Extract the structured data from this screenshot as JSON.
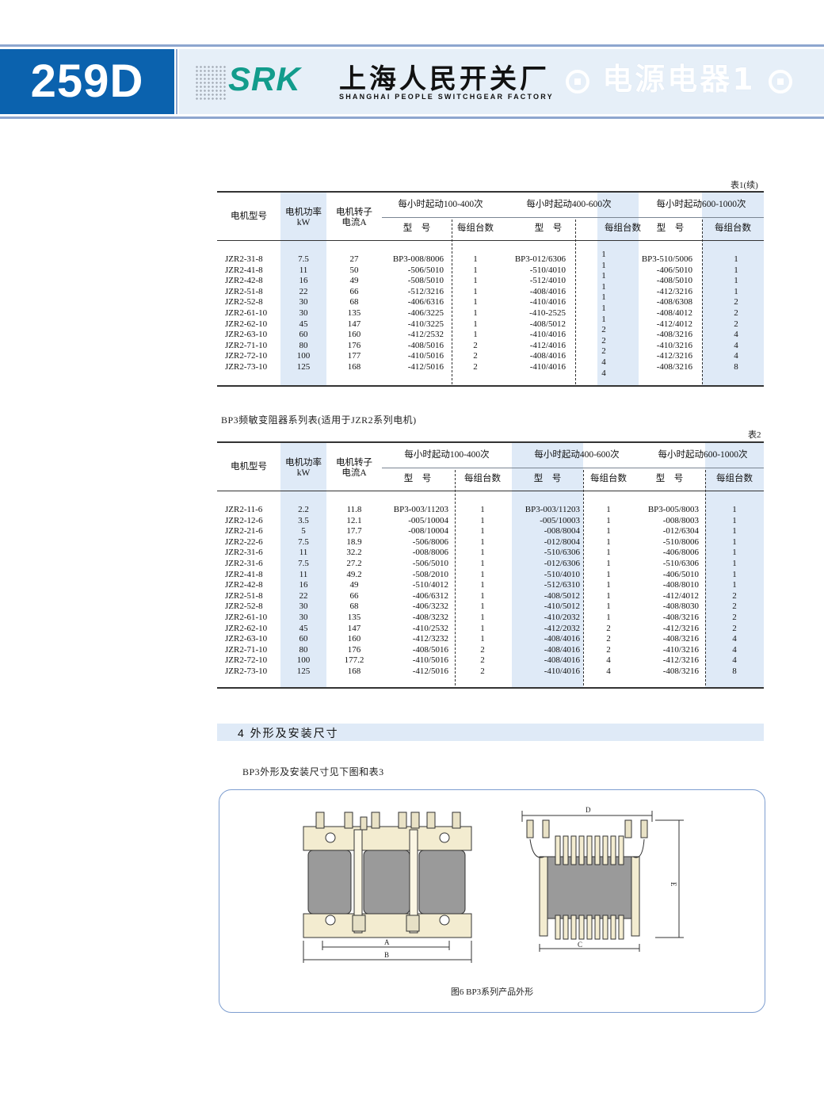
{
  "header": {
    "page_number": "259D",
    "logo": "SRK",
    "company_cn": "上海人民开关厂",
    "company_en": "SHANGHAI PEOPLE SWITCHGEAR FACTORY",
    "category": "电源电器1"
  },
  "table1": {
    "note": "表1(续)",
    "headers": {
      "motor_model": "电机型号",
      "power": "电机功率",
      "power_unit": "kW",
      "rotor_current": "电机转子",
      "rotor_current_unit": "电流A",
      "group1": "每小时起动100-400次",
      "group2": "每小时起动400-600次",
      "group3": "每小时起动600-1000次",
      "type": "型　号",
      "count": "每组台数"
    },
    "motor_models": [
      "JZR2-31-8",
      "JZR2-41-8",
      "JZR2-42-8",
      "JZR2-51-8",
      "JZR2-52-8",
      "JZR2-61-10",
      "JZR2-62-10",
      "JZR2-63-10",
      "JZR2-71-10",
      "JZR2-72-10",
      "JZR2-73-10"
    ],
    "power": [
      "7.5",
      "11",
      "16",
      "22",
      "30",
      "30",
      "45",
      "60",
      "80",
      "100",
      "125"
    ],
    "current": [
      "27",
      "50",
      "49",
      "66",
      "68",
      "135",
      "147",
      "160",
      "176",
      "177",
      "168"
    ],
    "g1_type": [
      "BP3-008/8006",
      "-506/5010",
      "-508/5010",
      "-512/3216",
      "-406/6316",
      "-406/3225",
      "-410/3225",
      "-412/2532",
      "-408/5016",
      "-410/5016",
      "-412/5016"
    ],
    "g1_count": [
      "1",
      "1",
      "1",
      "1",
      "1",
      "1",
      "1",
      "1",
      "2",
      "2",
      "2"
    ],
    "g2_type": [
      "BP3-012/6306",
      "-510/4010",
      "-512/4010",
      "-408/4016",
      "-410/4016",
      "-410-2525",
      "-408/5012",
      "-410/4016",
      "-412/4016",
      "-408/4016",
      "-410/4016"
    ],
    "g2_count": [
      "1",
      "1",
      "1",
      "1",
      "1",
      "1",
      "1",
      "2",
      "2",
      "2",
      "4",
      "4"
    ],
    "g3_type": [
      "BP3-510/5006",
      "-406/5010",
      "-408/5010",
      "-412/3216",
      "-408/6308",
      "-408/4012",
      "-412/4012",
      "-408/3216",
      "-410/3216",
      "-412/3216",
      "-408/3216"
    ],
    "g3_count": [
      "1",
      "1",
      "1",
      "1",
      "2",
      "2",
      "2",
      "4",
      "4",
      "4",
      "8"
    ]
  },
  "table2": {
    "caption": "BP3频敏变阻器系列表(适用于JZR2系列电机)",
    "note": "表2",
    "headers": {
      "motor_model": "电机型号",
      "power": "电机功率",
      "power_unit": "kW",
      "rotor_current": "电机转子",
      "rotor_current_unit": "电流A",
      "group1": "每小时起动100-400次",
      "group2": "每小时起动400-600次",
      "group3": "每小时起动600-1000次",
      "type": "型　号",
      "count": "每组台数"
    },
    "motor_models": [
      "JZR2-11-6",
      "JZR2-12-6",
      "JZR2-21-6",
      "JZR2-22-6",
      "JZR2-31-6",
      "JZR2-31-6",
      "JZR2-41-8",
      "JZR2-42-8",
      "JZR2-51-8",
      "JZR2-52-8",
      "JZR2-61-10",
      "JZR2-62-10",
      "JZR2-63-10",
      "JZR2-71-10",
      "JZR2-72-10",
      "JZR2-73-10"
    ],
    "power": [
      "2.2",
      "3.5",
      "5",
      "7.5",
      "11",
      "7.5",
      "11",
      "16",
      "22",
      "30",
      "30",
      "45",
      "60",
      "80",
      "100",
      "125"
    ],
    "current": [
      "11.8",
      "12.1",
      "17.7",
      "18.9",
      "32.2",
      "27.2",
      "49.2",
      "49",
      "66",
      "68",
      "135",
      "147",
      "160",
      "176",
      "177.2",
      "168"
    ],
    "g1_type": [
      "BP3-003/11203",
      "-005/10004",
      "-008/10004",
      "-506/8006",
      "-008/8006",
      "-506/5010",
      "-508/2010",
      "-510/4012",
      "-406/6312",
      "-406/3232",
      "-408/3232",
      "-410/2532",
      "-412/3232",
      "-408/5016",
      "-410/5016",
      "-412/5016"
    ],
    "g1_count": [
      "1",
      "1",
      "1",
      "1",
      "1",
      "1",
      "1",
      "1",
      "1",
      "1",
      "1",
      "1",
      "1",
      "2",
      "2",
      "2"
    ],
    "g2_type": [
      "BP3-003/11203",
      "-005/10003",
      "-008/8004",
      "-012/8004",
      "-510/6306",
      "-012/6306",
      "-510/4010",
      "-512/6310",
      "-408/5012",
      "-410/5012",
      "-410/2032",
      "-412/2032",
      "-408/4016",
      "-408/4016",
      "-408/4016",
      "-410/4016"
    ],
    "g2_count": [
      "1",
      "1",
      "1",
      "1",
      "1",
      "1",
      "1",
      "1",
      "1",
      "1",
      "1",
      "2",
      "2",
      "2",
      "4",
      "4"
    ],
    "g3_type": [
      "BP3-005/8003",
      "-008/8003",
      "-012/6304",
      "-510/8006",
      "-406/8006",
      "-510/6306",
      "-406/5010",
      "-408/8010",
      "-412/4012",
      "-408/8030",
      "-408/3216",
      "-412/3216",
      "-408/3216",
      "-410/3216",
      "-412/3216",
      "-408/3216"
    ],
    "g3_count": [
      "1",
      "1",
      "1",
      "1",
      "1",
      "1",
      "1",
      "1",
      "2",
      "2",
      "2",
      "2",
      "4",
      "4",
      "4",
      "8"
    ]
  },
  "section": {
    "title": "4 外形及安装尺寸",
    "description": "BP3外形及安装尺寸见下图和表3"
  },
  "figure": {
    "caption": "图6 BP3系列产品外形",
    "labels": {
      "a": "A",
      "b": "B",
      "c": "C",
      "d": "D",
      "e": "E"
    }
  }
}
